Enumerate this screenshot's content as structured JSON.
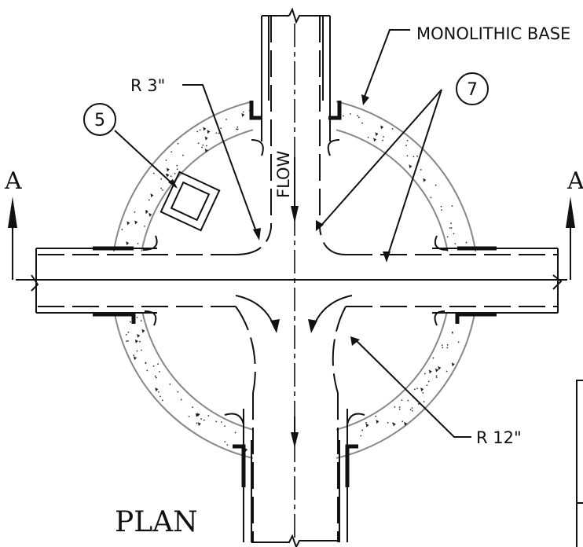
{
  "labels": {
    "monolithic_base": "MONOLITHIC BASE",
    "r3": "R 3\"",
    "r12": "R 12\"",
    "flow": "FLOW",
    "plan": "PLAN",
    "section_left": "A",
    "section_right": "A",
    "callout_5": "5",
    "callout_7": "7"
  }
}
